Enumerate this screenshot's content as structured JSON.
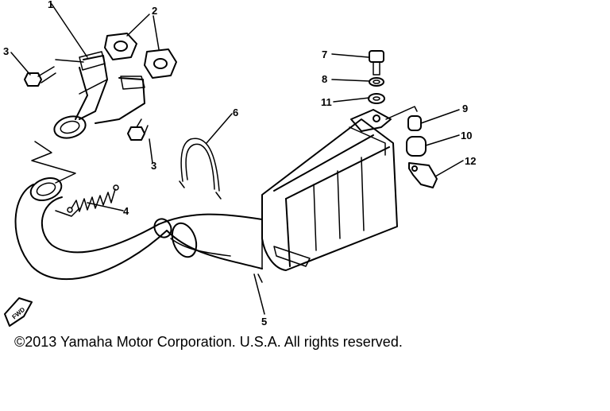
{
  "callouts": {
    "c1": "1",
    "c2": "2",
    "c3a": "3",
    "c3b": "3",
    "c4": "4",
    "c5": "5",
    "c6": "6",
    "c7": "7",
    "c8": "8",
    "c9": "9",
    "c10": "10",
    "c11": "11",
    "c12": "12"
  },
  "fwd_label": "FWD",
  "copyright": "©2013 Yamaha Motor Corporation. U.S.A. All rights reserved."
}
